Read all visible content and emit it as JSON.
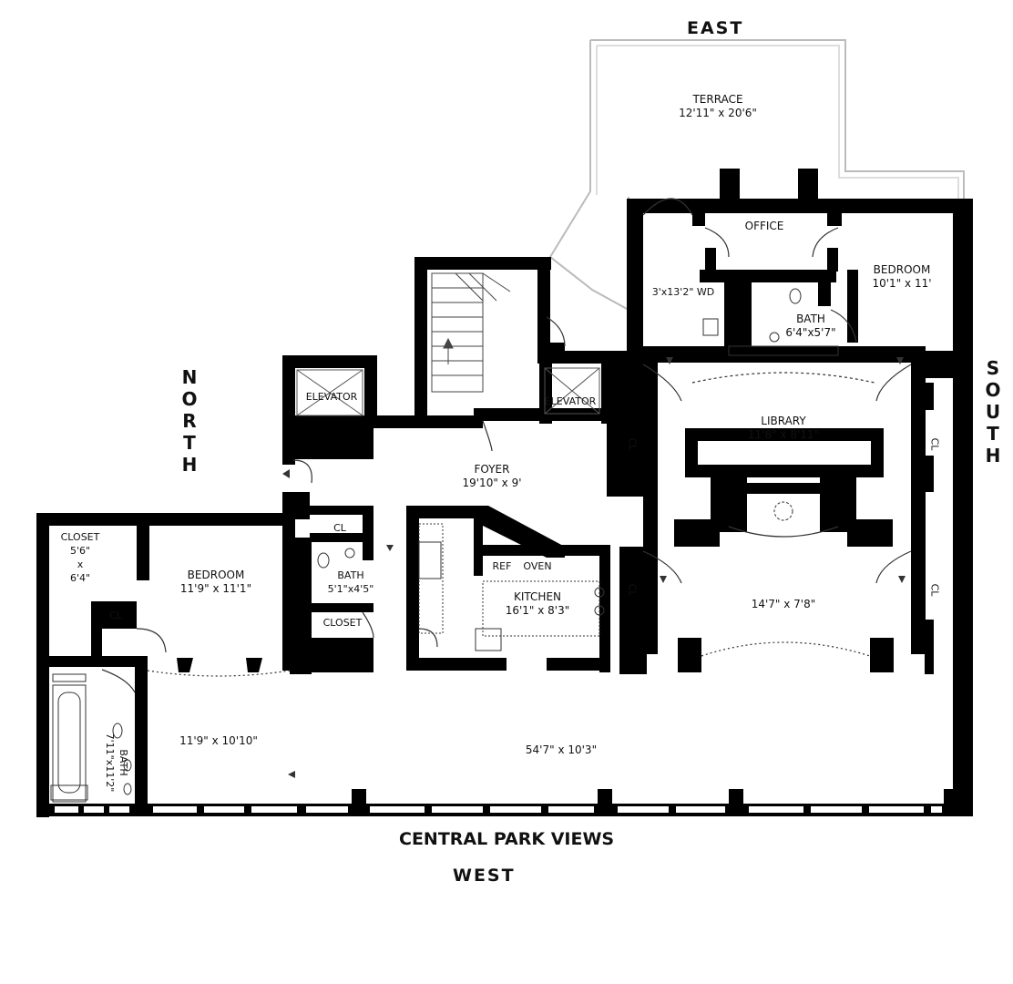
{
  "compass": {
    "east": "EAST",
    "west": "WEST",
    "north": [
      "N",
      "O",
      "R",
      "T",
      "H"
    ],
    "south": [
      "S",
      "O",
      "U",
      "T",
      "H"
    ]
  },
  "caption": "CENTRAL PARK VIEWS",
  "rooms": {
    "terrace": {
      "name": "TERRACE",
      "dims": "12'11\" x 20'6\""
    },
    "office": {
      "name": "OFFICE"
    },
    "bedroom_east": {
      "name": "BEDROOM",
      "dims": "10'1\" x 11'"
    },
    "wd": {
      "name": "3'x13'2\" WD"
    },
    "bath_east": {
      "name": "BATH",
      "dims": "6'4\"x5'7\""
    },
    "elevator_1": {
      "name": "ELEVATOR"
    },
    "elevator_2": {
      "name": "ELEVATOR"
    },
    "library": {
      "name": "LIBRARY",
      "dims": "11'8\" x 8'11\""
    },
    "foyer": {
      "name": "FOYER",
      "dims": "19'10\" x 9'"
    },
    "closet_nw": {
      "name": "CLOSET",
      "dims": [
        "5'6\"",
        "x",
        "6'4\""
      ]
    },
    "bedroom_west": {
      "name": "BEDROOM",
      "dims": "11'9\" x 11'1\""
    },
    "cl_small": {
      "name": "CL"
    },
    "cl_hall": {
      "name": "CL"
    },
    "bath_mid": {
      "name": "BATH",
      "dims": "5'1\"x4'5\""
    },
    "closet_mid": {
      "name": "CLOSET"
    },
    "kitchen": {
      "name": "KITCHEN",
      "dims": "16'1\" x 8'3\""
    },
    "ref": {
      "name": "REF"
    },
    "oven": {
      "name": "OVEN"
    },
    "dining": {
      "dims": "14'7\" x 7'8\""
    },
    "sitting": {
      "dims": "11'9\" x 10'10\""
    },
    "gallery": {
      "dims": "54'7\" x 10'3\""
    },
    "bath_west": {
      "name": "BATH",
      "dims": "7'11\"x11'2\""
    },
    "cl_lib_w1": {
      "name": "CL"
    },
    "cl_lib_e1": {
      "name": "CL"
    },
    "cl_lib_w2": {
      "name": "CL"
    },
    "cl_lib_e2": {
      "name": "CL"
    }
  }
}
